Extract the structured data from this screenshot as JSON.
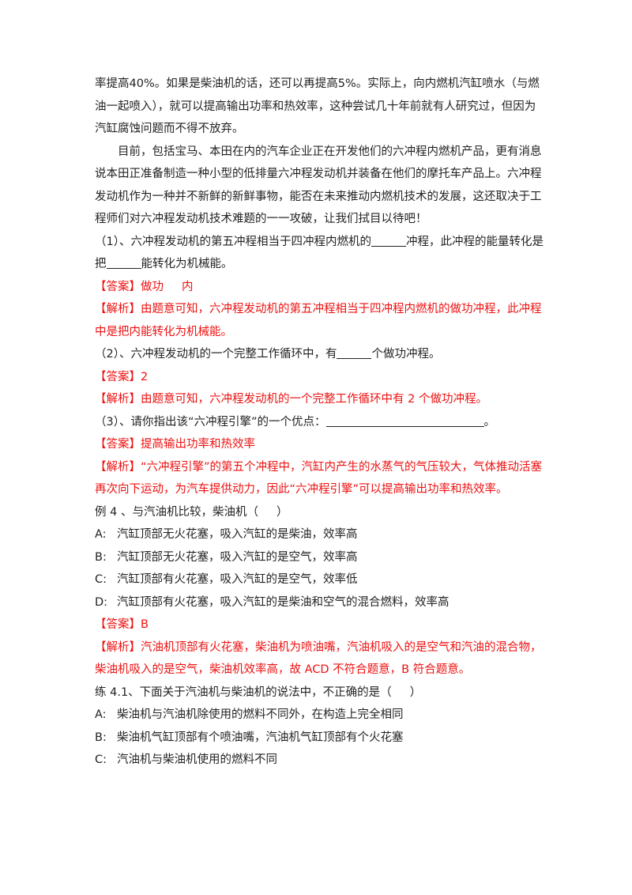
{
  "paragraphs": [
    "率提高40%。如果是柴油机的话，还可以再提高5%。实际上，向内燃机汽缸喷水（与燃油一起喷入），就可以提高输出功率和热效率，这种尝试几十年前就有人研究过，但因为汽缸腐蚀问题而不得不放弃。",
    "目前，包括宝马、本田在内的汽车企业正在开发他们的六冲程内燃机产品，更有消息说本田正准备制造一种小型的低排量六冲程发动机并装备在他们的摩托车产品上。六冲程发动机作为一种并不新鲜的新鲜事物，能否在未来推动内燃机技术的发展，这还取决于工程师们对六冲程发动机技术难题的一一攻破，让我们拭目以待吧！"
  ],
  "q1": {
    "part1": "（1）、六冲程发动机的第五冲程相当于四冲程内燃机的",
    "part2": "冲程，此冲程的能量转化是把",
    "part3": "能转化为机械能。",
    "answer": "【答案】做功     内",
    "analysis": "【解析】由题意可知，六冲程发动机的第五冲程相当于四冲程内燃机的做功冲程，此冲程中是把内能转化为机械能。"
  },
  "q2": {
    "part1": "（2）、六冲程发动机的一个完整工作循环中，有",
    "part2": "个做功冲程。",
    "answer": "【答案】2",
    "analysis": "【解析】由题意可知，六冲程发动机的一个完整工作循环中有 2 个做功冲程。"
  },
  "q3": {
    "part1": "（3）、请你指出该“六冲程引擎”的一个优点：",
    "part2": "。",
    "answer": "【答案】提高输出功率和热效率",
    "analysis": "【解析】“六冲程引擎”的第五个冲程中，汽缸内产生的水蒸气的气压较大，气体推动活塞再次向下运动，为汽车提供动力，因此“六冲程引擎”可以提高输出功率和热效率。"
  },
  "ex4": {
    "stem": "例 4 、与汽油机比较，柴油机（     ）",
    "options": [
      {
        "label": "A:",
        "text": "汽缸顶部无火花塞，吸入汽缸的是柴油，效率高"
      },
      {
        "label": "B:",
        "text": "汽缸顶部无火花塞，吸入汽缸的是空气，效率高"
      },
      {
        "label": "C:",
        "text": "汽缸顶部有火花塞，吸入汽缸的是空气，效率低"
      },
      {
        "label": "D:",
        "text": "汽缸顶部有火花塞，吸入汽缸的是柴油和空气的混合燃料，效率高"
      }
    ],
    "answer": "【答案】B",
    "analysis": "【解析】汽油机顶部有火花塞，柴油机为喷油嘴，汽油机吸入的是空气和汽油的混合物，柴油机吸入的是空气，柴油机效率高，故 ACD 不符合题意，B 符合题意。"
  },
  "lian41": {
    "stem": "练 4.1、下面关于汽油机与柴油机的说法中，不正确的是（     ）",
    "options": [
      {
        "label": "A:",
        "text": "柴油机与汽油机除使用的燃料不同外，在构造上完全相同"
      },
      {
        "label": "B:",
        "text": "柴油机气缸顶部有个喷油嘴，汽油机气缸顶部有个火花塞"
      },
      {
        "label": "C:",
        "text": "汽油机与柴油机使用的燃料不同"
      }
    ]
  }
}
